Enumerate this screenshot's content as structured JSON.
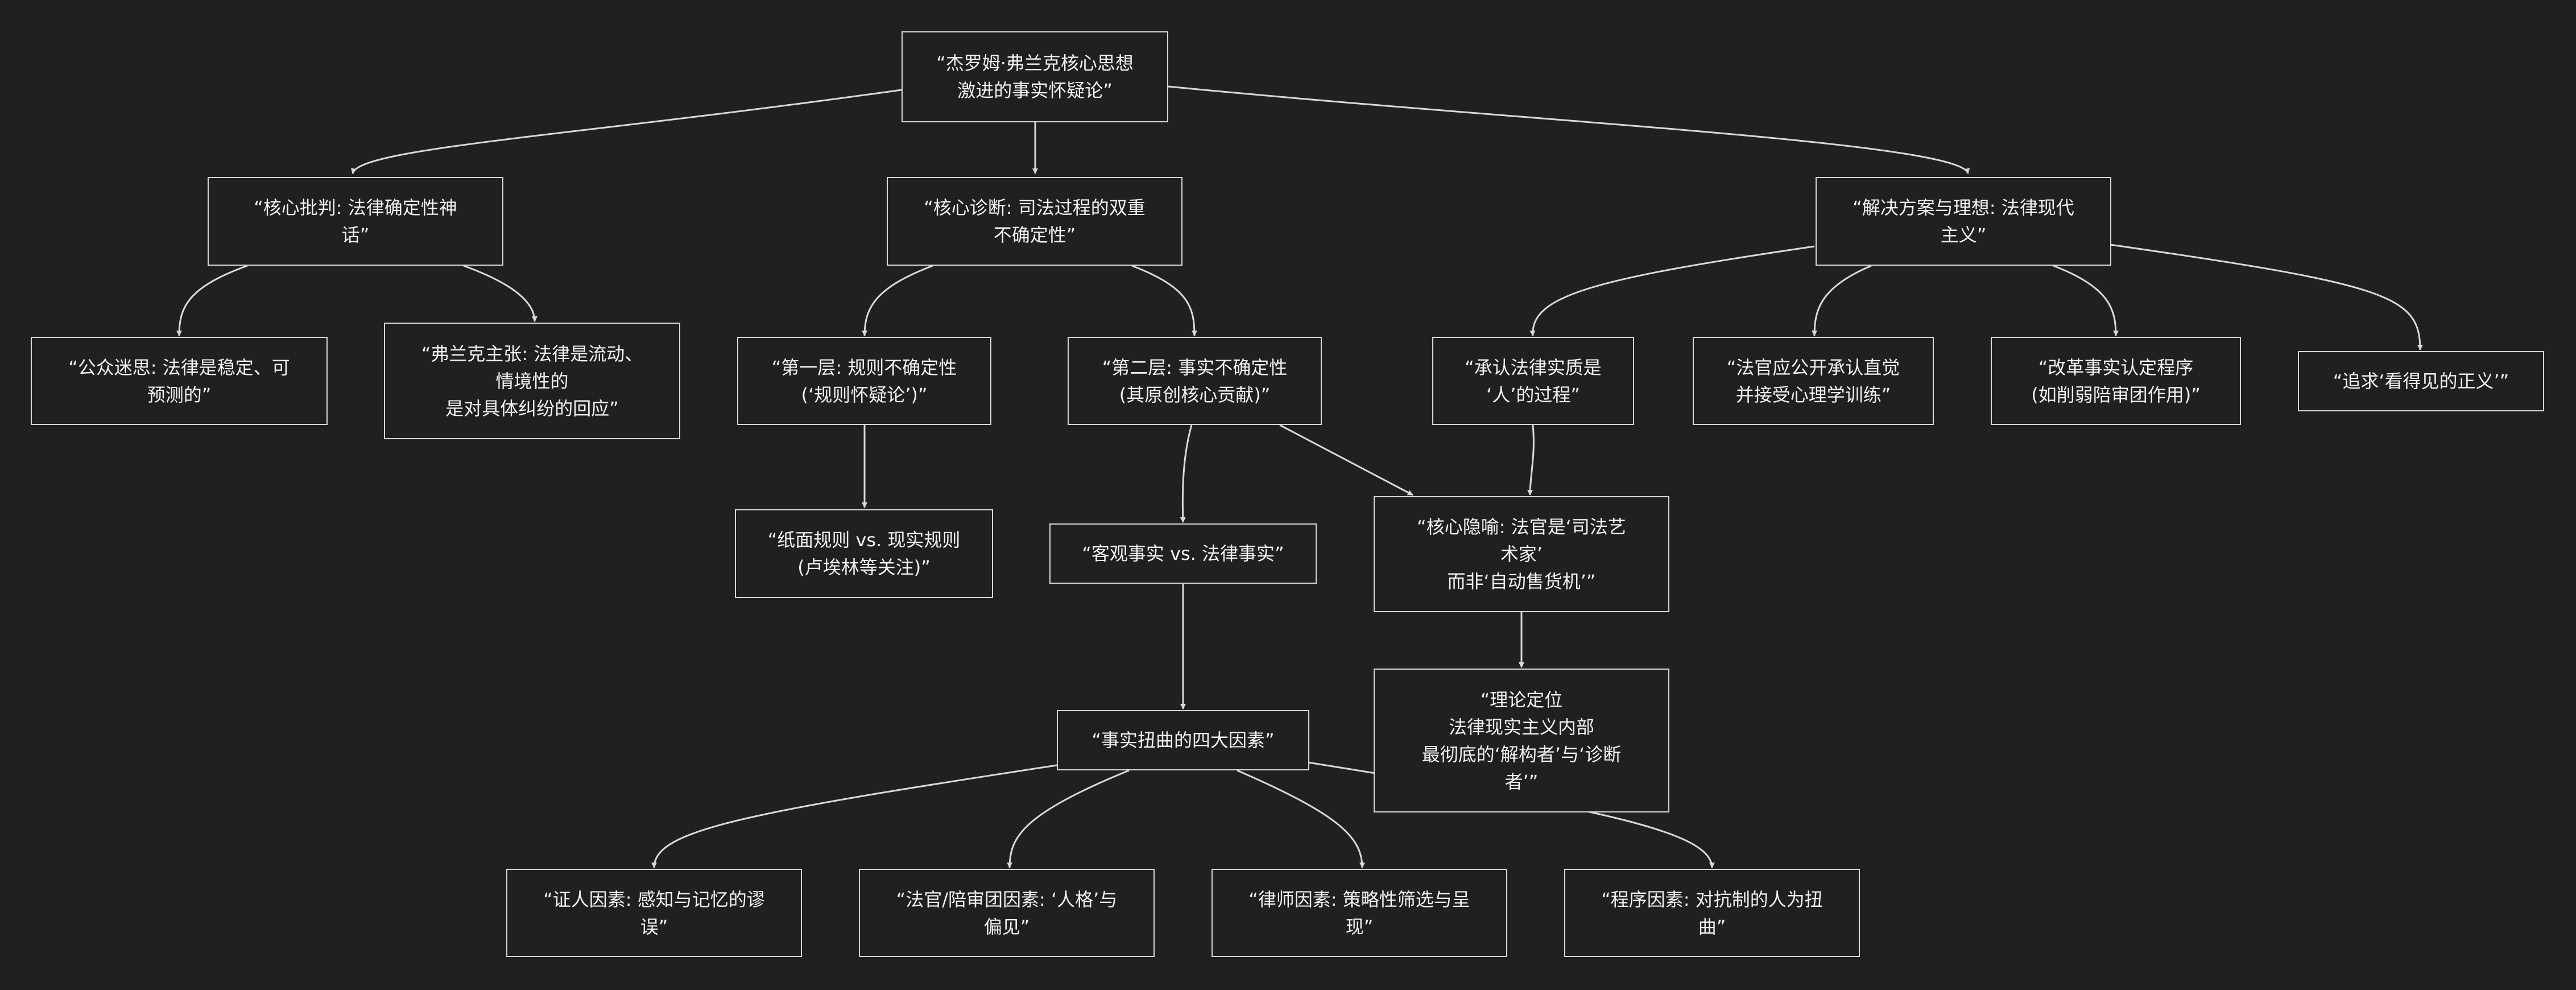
{
  "nodes": {
    "root": "“杰罗姆·弗兰克核心思想\n激进的事实怀疑论”",
    "critique": "“核心批判: 法律确定性神\n话”",
    "diagnosis": "“核心诊断: 司法过程的双重\n不确定性”",
    "solution": "“解决方案与理想: 法律现代\n主义”",
    "myth": "“公众迷思: 法律是稳定、可\n预测的”",
    "frank_claim": "“弗兰克主张: 法律是流动、\n情境性的\n是对具体纠纷的回应”",
    "layer1": "“第一层: 规则不确定性\n(‘规则怀疑论’)”",
    "layer2": "“第二层: 事实不确定性\n(其原创核心贡献)”",
    "paper_rules": "“纸面规则 vs. 现实规则\n(卢埃林等关注)”",
    "objective_facts": "“客观事实 vs. 法律事实”",
    "metaphor": "“核心隐喻: 法官是‘司法艺\n术家’\n而非‘自动售货机’”",
    "four_factors": "“事实扭曲的四大因素”",
    "positioning": "“理论定位\n法律现实主义内部\n最彻底的‘解构者’与‘诊断\n者’”",
    "witness": "“证人因素: 感知与记忆的谬\n误”",
    "judge_jury": "“法官/陪审团因素: ‘人格’与\n偏见”",
    "lawyer": "“律师因素: 策略性筛选与呈\n现”",
    "procedure": "“程序因素: 对抗制的人为扭\n曲”",
    "human_process": "“承认法律实质是\n‘人’的过程”",
    "intuition": "“法官应公开承认直觉\n并接受心理学训练”",
    "reform": "“改革事实认定程序\n(如削弱陪审团作用)”",
    "visible_justice": "“追求‘看得见的正义’”"
  },
  "colors": {
    "background": "#1f2020",
    "border": "#d6d6d6",
    "text": "#f2f2f2",
    "edge": "#d9d9d9"
  }
}
